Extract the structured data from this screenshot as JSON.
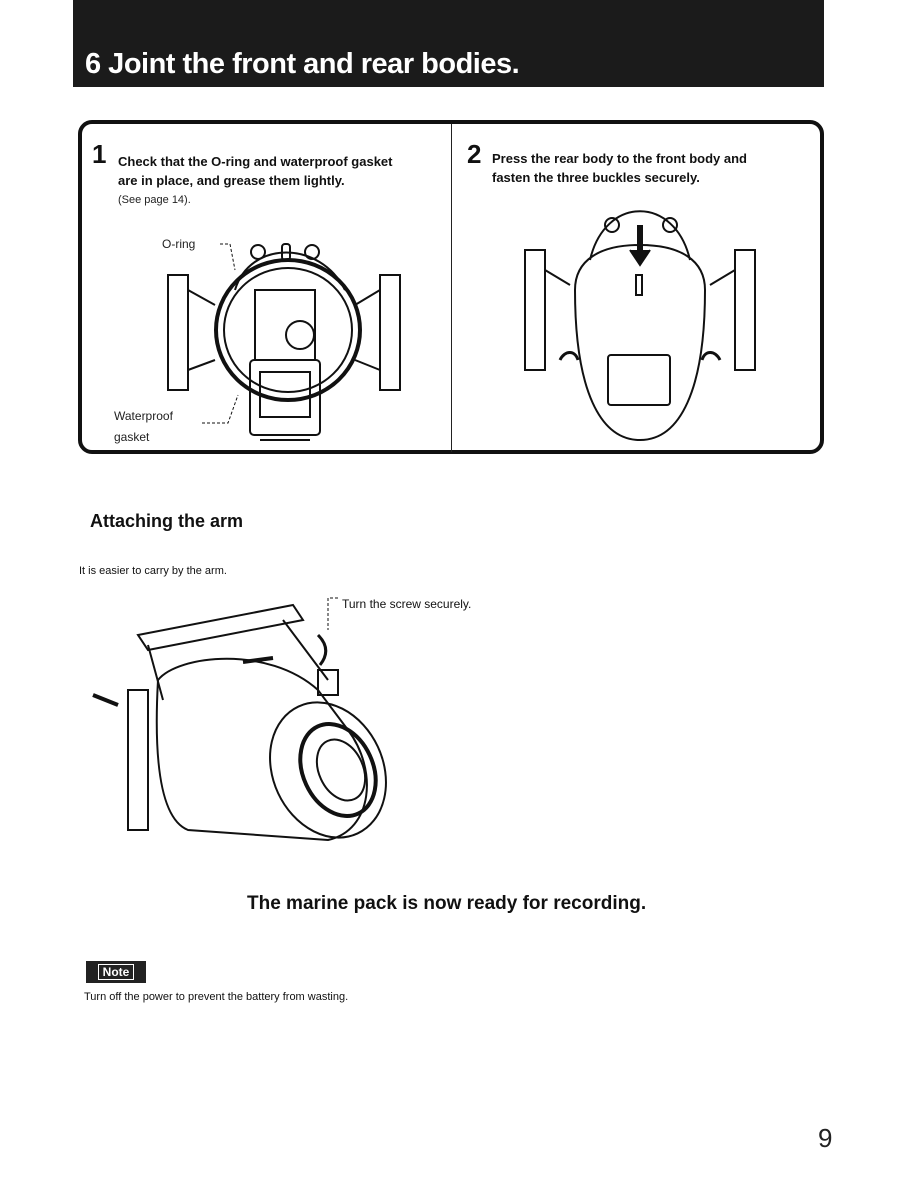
{
  "header": {
    "title": "6 Joint the front and rear bodies."
  },
  "steps": [
    {
      "number": "1",
      "lines": [
        "Check that the O-ring and waterproof gasket",
        "are in place, and grease them lightly."
      ],
      "note": "(See page 14).",
      "callouts": {
        "o_ring": "O-ring",
        "waterproof_1": "Waterproof",
        "waterproof_2": "gasket"
      }
    },
    {
      "number": "2",
      "lines": [
        "Press the rear body to the front body and",
        "fasten the three buckles securely."
      ]
    }
  ],
  "arm_section": {
    "heading": "Attaching the arm",
    "intro": "It is easier to carry by the arm.",
    "callout": "Turn the screw securely."
  },
  "ready": "The marine pack is now ready for recording.",
  "note": {
    "badge": "Note",
    "text": "Turn off the power to prevent the battery from wasting."
  },
  "page_number": "9"
}
